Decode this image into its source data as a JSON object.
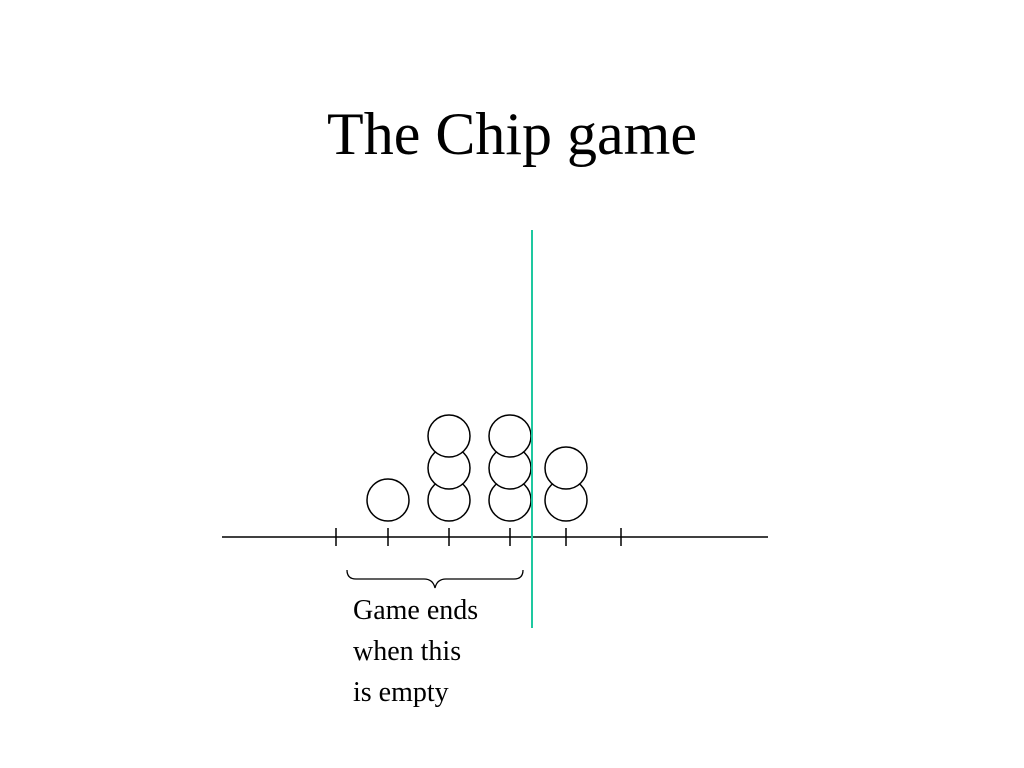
{
  "slide": {
    "title": "The Chip game"
  },
  "annotation": {
    "lines": [
      "Game ends",
      "when this",
      "is empty"
    ]
  },
  "colors": {
    "ink": "#000000",
    "divider": "#1ec8a0",
    "background": "#ffffff"
  },
  "diagram": {
    "positions": 6,
    "divider_between": [
      4,
      5
    ],
    "chip_stacks": [
      {
        "position": 1,
        "chips": 0
      },
      {
        "position": 2,
        "chips": 1
      },
      {
        "position": 3,
        "chips": 3
      },
      {
        "position": 4,
        "chips": 3
      },
      {
        "position": 5,
        "chips": 2
      },
      {
        "position": 6,
        "chips": 0
      }
    ],
    "bracket_spans_positions": [
      1,
      4
    ]
  }
}
